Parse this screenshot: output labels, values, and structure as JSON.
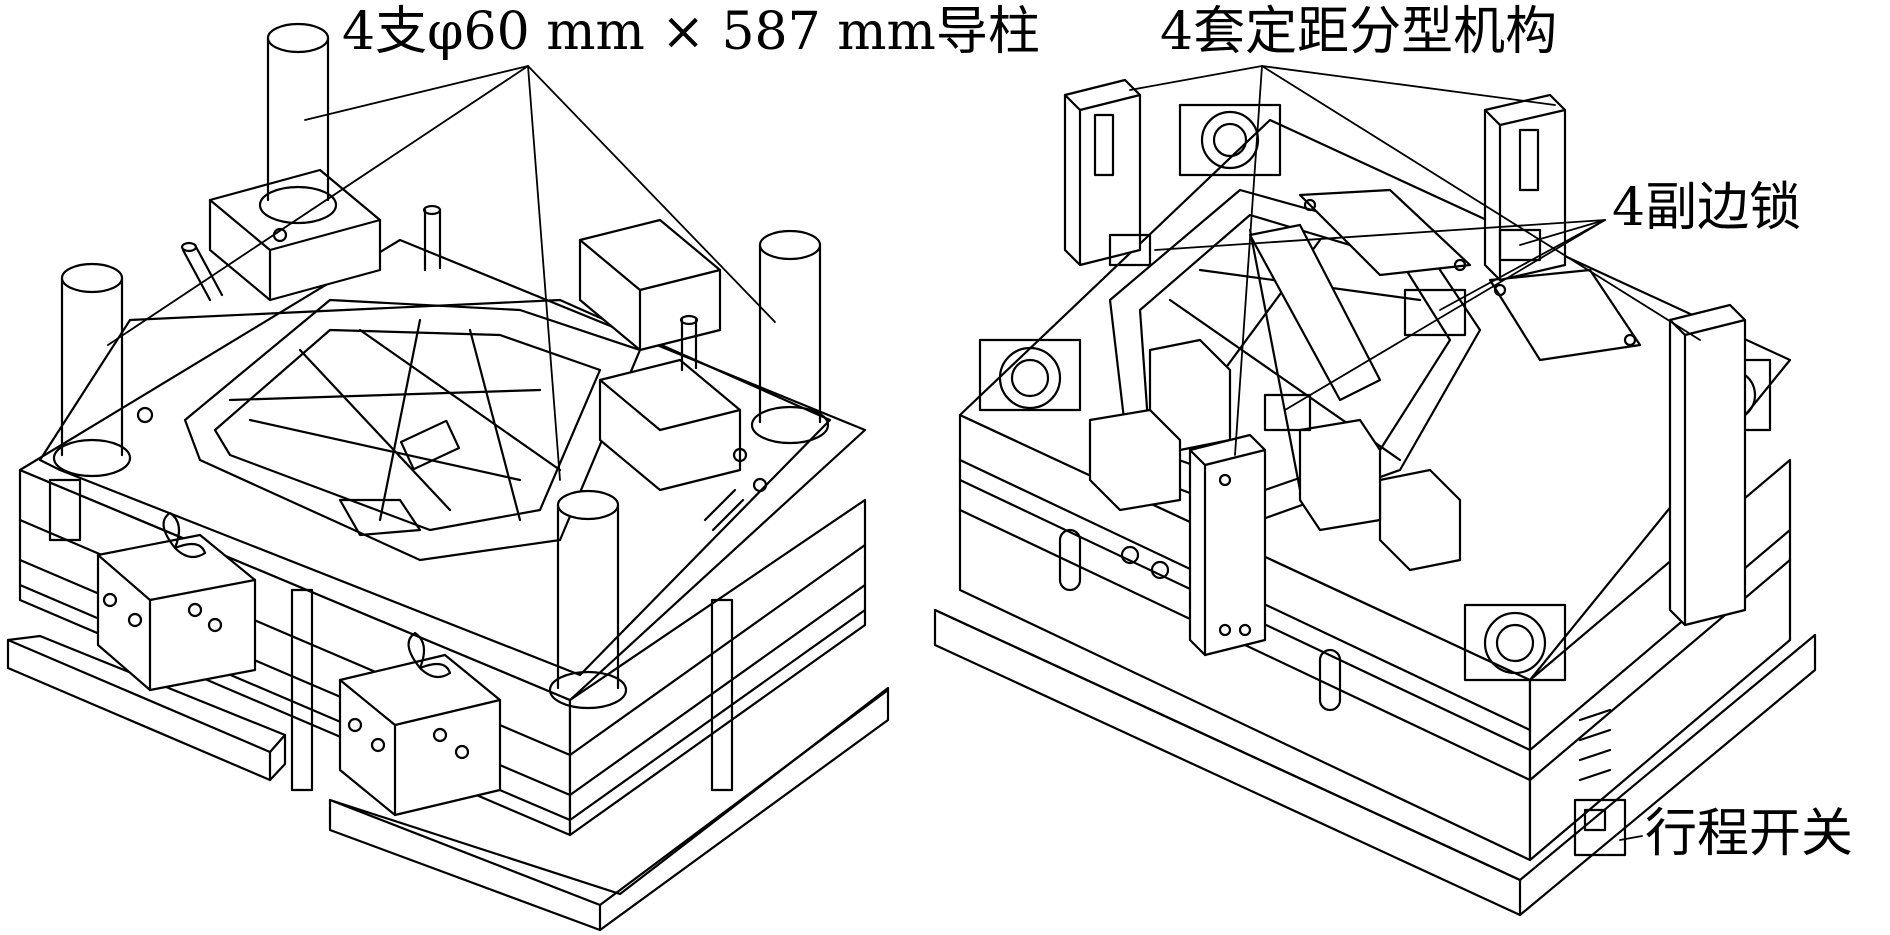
{
  "labels": {
    "guide_pillars": "4支φ60 mm × 587 mm导柱",
    "parting_mechanism": "4套定距分型机构",
    "side_locks": "4副边锁",
    "travel_switch": "行程开关"
  },
  "colors": {
    "ink": "#000000",
    "paper": "#ffffff",
    "shade": "#f2f2f2"
  }
}
